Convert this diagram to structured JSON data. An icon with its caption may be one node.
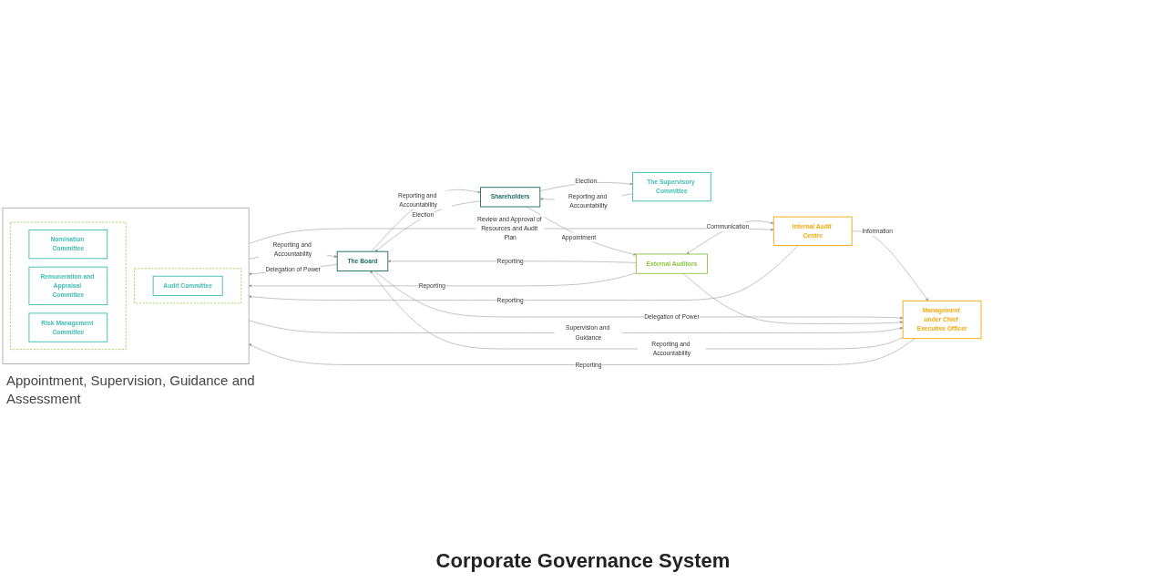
{
  "diagram": {
    "caption": "Corporate Governance System",
    "nodes": [
      {
        "text": [
          "Shareholders"
        ]
      },
      {
        "text": [
          "The Supervisory Committee"
        ]
      },
      {
        "text": [
          "The Board"
        ]
      },
      {
        "text": [
          "External Auditors"
        ]
      },
      {
        "text": [],
        "shape": "box",
        "beside": [
          "Appointment, Supervision, Guidance and Assessment"
        ]
      },
      {
        "text": [],
        "shape": "box",
        "in": 4
      },
      {
        "text": [
          "Audit Committee"
        ],
        "in": 5
      },
      {
        "text": [],
        "shape": "box",
        "in": 4
      },
      {
        "text": [
          "Nomination Committee"
        ],
        "in": 7
      },
      {
        "text": [
          "Remuneration and Appraisal Committee"
        ],
        "in": 7
      },
      {
        "text": [
          "Risk Management Committee"
        ],
        "in": 7
      },
      {
        "text": [
          "Internal Audit Centre"
        ]
      },
      {
        "text": [
          "Management under Chief Executive Officer"
        ]
      }
    ],
    "edges": [
      {
        "from": 0,
        "to": 3,
        "arrow": "to",
        "label": "Appointment"
      },
      {
        "from": 1,
        "to": 0,
        "arrow": "to",
        "label": "Reporting and Accountability"
      },
      {
        "from": 0,
        "to": 1,
        "arrow": "to",
        "label": "Election"
      },
      {
        "from": 0,
        "to": 2,
        "arrow": "to",
        "label": "Election"
      },
      {
        "from": 2,
        "to": 0,
        "arrow": "to",
        "label": "Reporting and Accountability"
      },
      {
        "from": 3,
        "to": 2,
        "arrow": "to",
        "label": "Reporting"
      },
      {
        "from": 2,
        "to": 4,
        "arrow": "to",
        "label": "Delegation of Power"
      },
      {
        "from": 4,
        "to": 2,
        "arrow": "to",
        "label": "Reporting and Accountability"
      },
      {
        "from": 3,
        "to": 4,
        "arrow": "to",
        "label": "Reporting"
      },
      {
        "from": 4,
        "to": 11,
        "arrow": "to",
        "label": "Review and Approval of Resources and Audit Plan"
      },
      {
        "from": 11,
        "to": 4,
        "arrow": "to",
        "label": "Reporting"
      },
      {
        "from": 4,
        "to": 12,
        "arrow": "to",
        "label": "Supervision and Guidance"
      },
      {
        "from": 12,
        "to": 4,
        "arrow": "to",
        "label": "Reporting"
      },
      {
        "from": 3,
        "to": 11,
        "arrow": "both",
        "label": "Communication"
      },
      {
        "from": 11,
        "to": 12,
        "arrow": "to",
        "label": "Information"
      },
      {
        "from": 12,
        "to": 2,
        "arrow": "to",
        "label": "Reporting and Accountability"
      },
      {
        "from": 2,
        "to": 12,
        "arrow": "to",
        "label": "Delegation of Power"
      },
      {
        "from": 3,
        "to": 12,
        "arrow": "to"
      }
    ]
  }
}
